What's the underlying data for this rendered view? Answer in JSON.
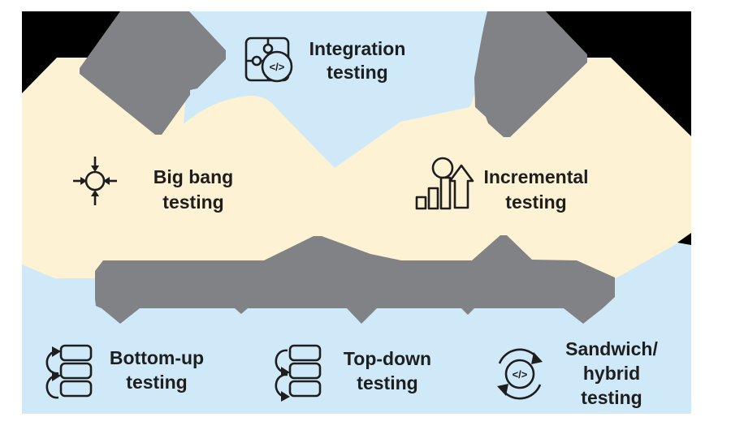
{
  "colors": {
    "page": "#ffffff",
    "black": "#000000",
    "blue": "#cfe9f8",
    "cream": "#fdf2d3",
    "gray": "#818285",
    "text": "#1e1e1e"
  },
  "icon_glyphs": {
    "code": "</>"
  },
  "nodes": {
    "integration": {
      "lines": [
        "Integration",
        "testing"
      ],
      "icon": "puzzle-code-icon"
    },
    "big_bang": {
      "lines": [
        "Big bang",
        "testing"
      ],
      "icon": "converging-arrows-icon"
    },
    "incremental": {
      "lines": [
        "Incremental",
        "testing"
      ],
      "icon": "growth-bars-icon"
    },
    "bottom_up": {
      "lines": [
        "Bottom-up",
        "testing"
      ],
      "icon": "stack-arrows-up-icon"
    },
    "top_down": {
      "lines": [
        "Top-down",
        "testing"
      ],
      "icon": "stack-arrows-down-icon"
    },
    "sandwich": {
      "lines": [
        "Sandwich/",
        "hybrid",
        "testing"
      ],
      "icon": "cycle-code-icon"
    }
  }
}
